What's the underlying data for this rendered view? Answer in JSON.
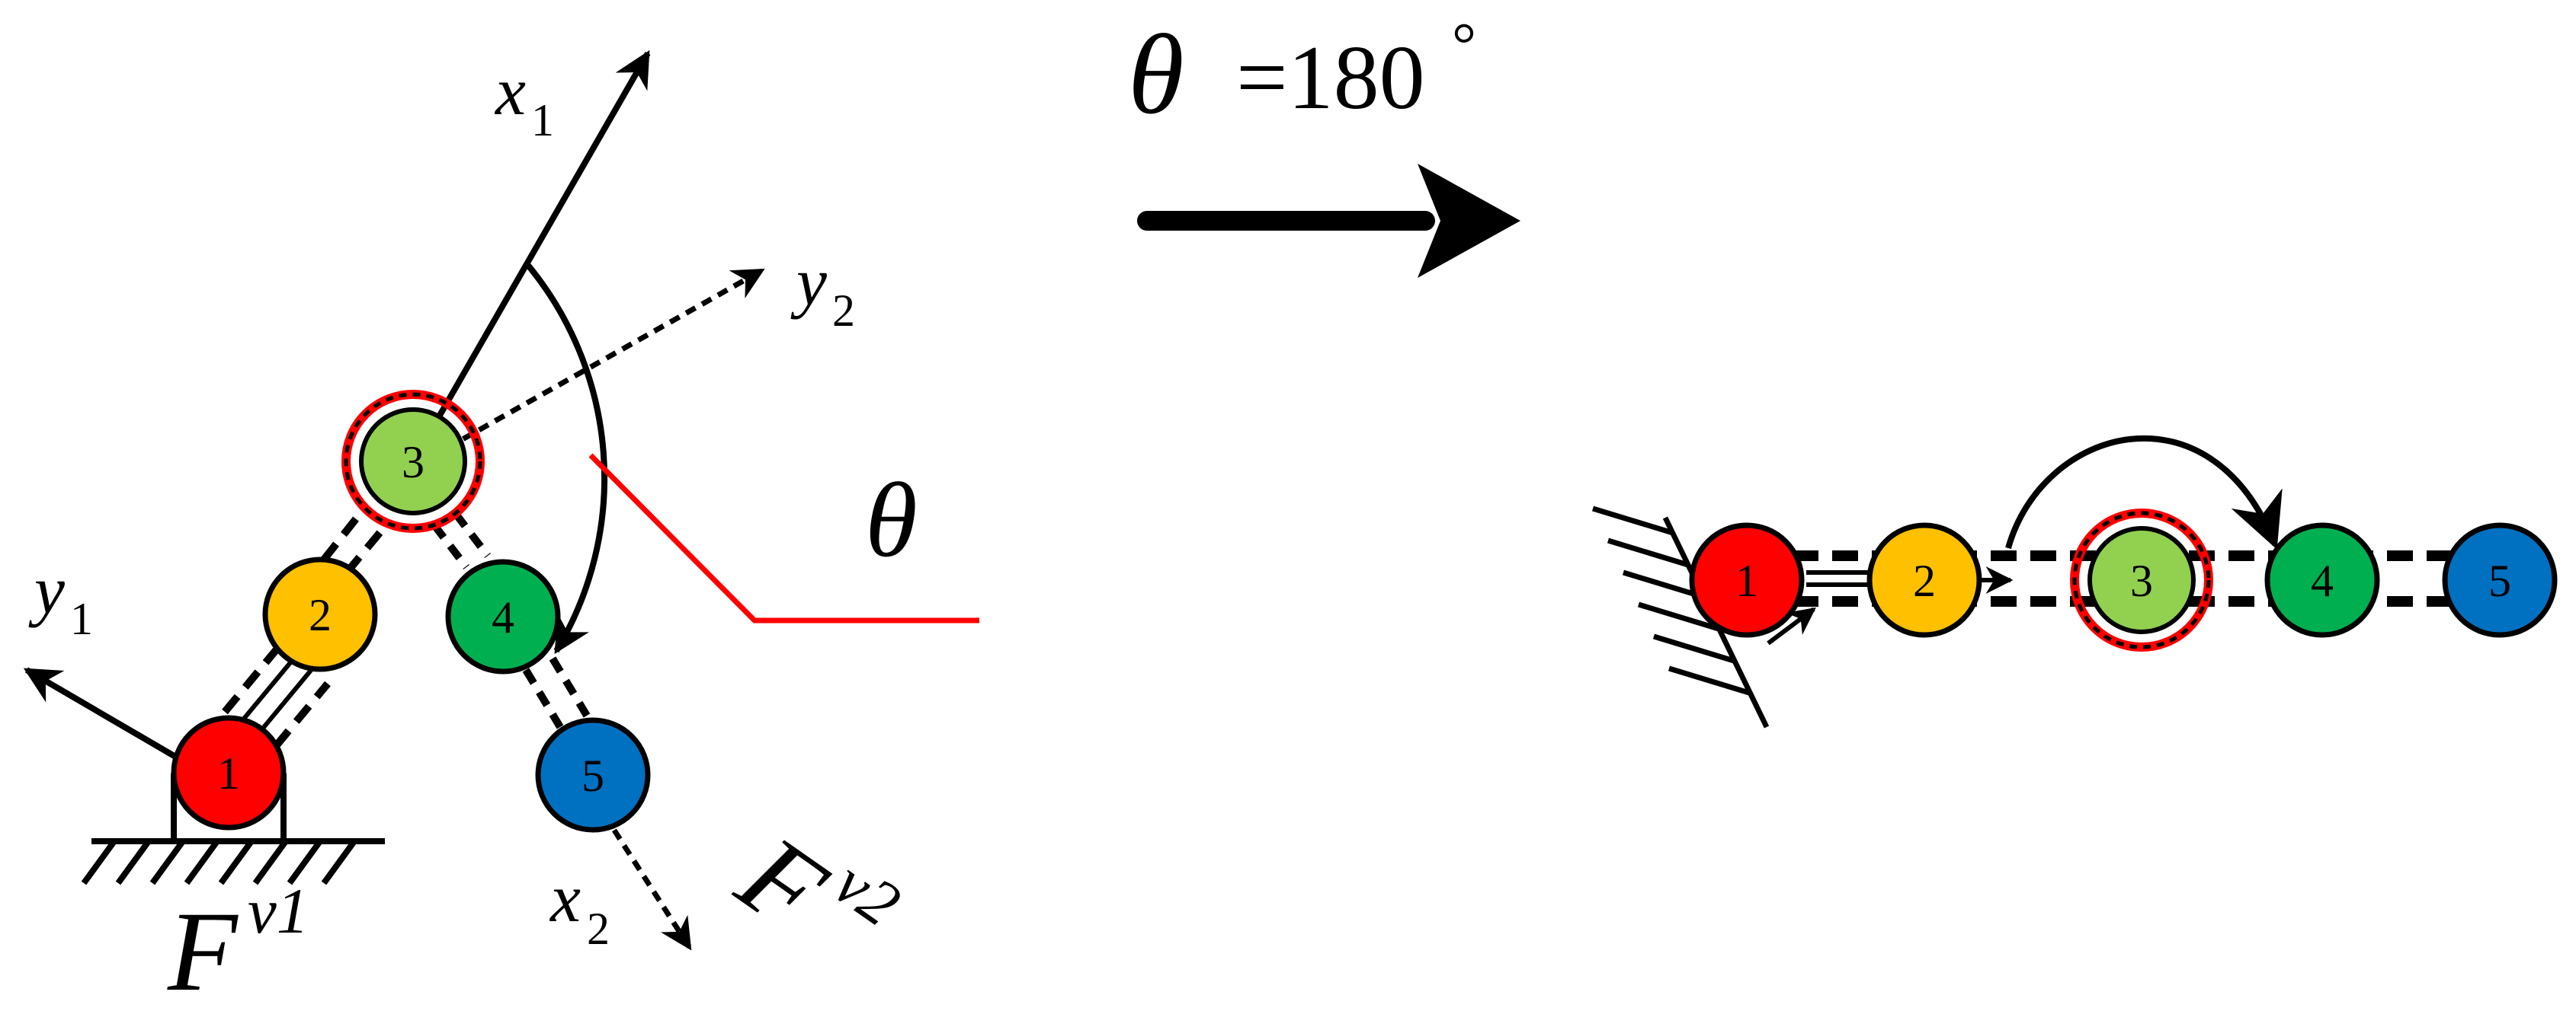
{
  "left_panel": {
    "axis_x1": {
      "letter": "x",
      "sub": "1"
    },
    "axis_y1": {
      "letter": "y",
      "sub": "1"
    },
    "axis_x2": {
      "letter": "x",
      "sub": "2"
    },
    "axis_y2": {
      "letter": "y",
      "sub": "2"
    },
    "angle_symbol": "θ",
    "force_1": {
      "letter": "F",
      "sup": "v1"
    },
    "force_2": {
      "letter": "F",
      "sup": "v2"
    },
    "nodes": [
      {
        "id": "1",
        "color": "#ff0000"
      },
      {
        "id": "2",
        "color": "#ffc000"
      },
      {
        "id": "3",
        "color": "#92d050",
        "highlighted": true
      },
      {
        "id": "4",
        "color": "#00b050"
      },
      {
        "id": "5",
        "color": "#0070c0"
      }
    ]
  },
  "transition": {
    "symbol": "θ",
    "value": "=180",
    "degree": "°"
  },
  "right_panel": {
    "nodes": [
      {
        "id": "1",
        "color": "#ff0000"
      },
      {
        "id": "2",
        "color": "#ffc000"
      },
      {
        "id": "3",
        "color": "#92d050",
        "highlighted": true
      },
      {
        "id": "4",
        "color": "#00b050"
      },
      {
        "id": "5",
        "color": "#0070c0"
      }
    ]
  },
  "colors": {
    "highlight_ring": "#ff0000",
    "angle_marker": "#ff0000",
    "stroke": "#000000"
  }
}
